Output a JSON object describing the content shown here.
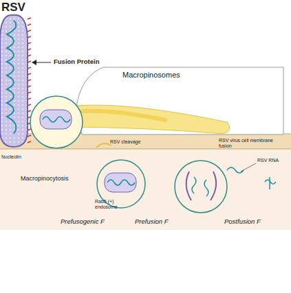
{
  "diagram": {
    "labels": [
      "RSV",
      "Fusion Protein",
      "Macropinosomes",
      "Nucleolin",
      "RSV cleavage",
      "RSV virus cell membrane fusion",
      "RSV RNA",
      "Macropinocytosis",
      "Rab5 (+) endosome",
      "Prefusogenic F",
      "Prefusion F",
      "Postfusion F"
    ]
  }
}
